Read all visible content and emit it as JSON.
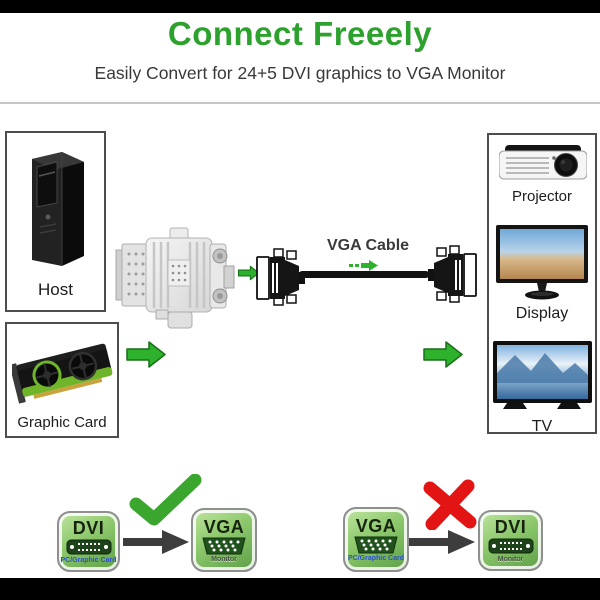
{
  "header": {
    "title": "Connect Freeely",
    "subtitle": "Easily Convert for 24+5 DVI graphics to VGA Monitor"
  },
  "sources": {
    "host_label": "Host",
    "graphic_card_label": "Graphic Card"
  },
  "cable": {
    "label": "VGA Cable"
  },
  "outputs": {
    "projector_label": "Projector",
    "display_label": "Display",
    "tv_label": "TV"
  },
  "compat": {
    "correct": {
      "from_port": "DVI",
      "from_device": "PC/Graphic Card",
      "to_port": "VGA",
      "to_device": "Monitor",
      "result_icon": "check-icon"
    },
    "wrong": {
      "from_port": "VGA",
      "from_device": "PC/Graphic Card",
      "to_port": "DVI",
      "to_device": "Monitor",
      "result_icon": "cross-icon"
    }
  },
  "colors": {
    "title_green": "#2da12d",
    "arrow_green": "#2eb22e",
    "check_green": "#3aa62e",
    "cross_red": "#e21414",
    "badge_green_light": "#bfe6a0",
    "badge_green_dark": "#5e9f47",
    "letterbox_black": "#000000"
  }
}
